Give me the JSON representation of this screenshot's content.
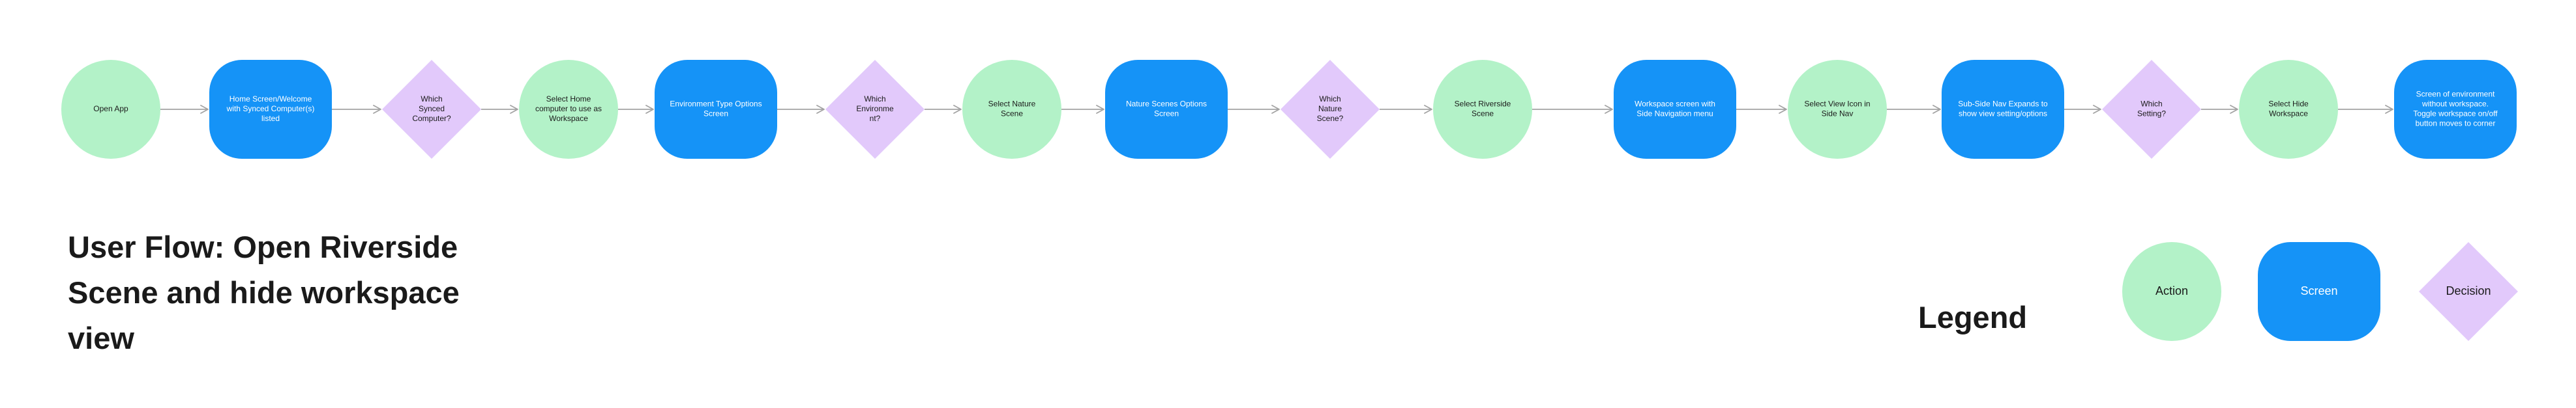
{
  "colors": {
    "action": "#b3f2c8",
    "screen": "#1593f7",
    "decision": "#e2c9fb",
    "connector": "#a3a3a3",
    "text": "#1a1a1a",
    "text_on_screen": "#ffffff"
  },
  "title": "User Flow: Open Riverside Scene and hide workspace view",
  "legend": {
    "title": "Legend",
    "items": [
      {
        "type": "action",
        "label": "Action"
      },
      {
        "type": "screen",
        "label": "Screen"
      },
      {
        "type": "decision",
        "label": "Decision"
      }
    ]
  },
  "flow": {
    "nodes": [
      {
        "type": "action",
        "lines": [
          "Open App"
        ]
      },
      {
        "type": "screen",
        "lines": [
          "Home Screen/Welcome",
          "with Synced Computer(s)",
          "listed"
        ]
      },
      {
        "type": "decision",
        "lines": [
          "Which",
          "Synced",
          "Computer?"
        ]
      },
      {
        "type": "action",
        "lines": [
          "Select Home",
          "computer to use as",
          "Workspace"
        ]
      },
      {
        "type": "screen",
        "lines": [
          "Environment Type Options",
          "Screen"
        ]
      },
      {
        "type": "decision",
        "lines": [
          "Which",
          "Environme",
          "nt?"
        ]
      },
      {
        "type": "action",
        "lines": [
          "Select Nature",
          "Scene"
        ]
      },
      {
        "type": "screen",
        "lines": [
          "Nature Scenes Options",
          "Screen"
        ]
      },
      {
        "type": "decision",
        "lines": [
          "Which",
          "Nature",
          "Scene?"
        ]
      },
      {
        "type": "action",
        "lines": [
          "Select Riverside",
          "Scene"
        ]
      },
      {
        "type": "screen",
        "lines": [
          "Workspace screen with",
          "Side Navigation menu"
        ]
      },
      {
        "type": "action",
        "lines": [
          "Select View Icon in",
          "Side Nav"
        ]
      },
      {
        "type": "screen",
        "lines": [
          "Sub-Side Nav Expands to",
          "show view setting/options"
        ]
      },
      {
        "type": "decision",
        "lines": [
          "Which",
          "Setting?"
        ]
      },
      {
        "type": "action",
        "lines": [
          "Select Hide",
          "Workspace"
        ]
      },
      {
        "type": "screen",
        "lines": [
          "Screen of environment",
          "without workspace.",
          "Toggle workspace on/off",
          "button moves to corner"
        ]
      }
    ]
  }
}
